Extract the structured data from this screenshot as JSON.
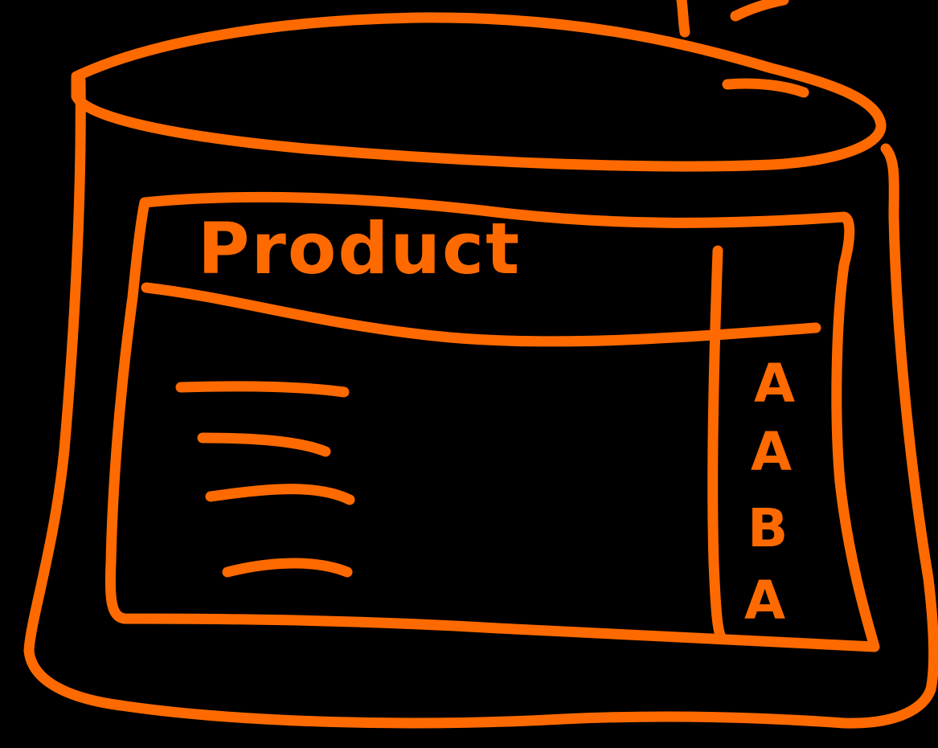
{
  "colors": {
    "background": "#000000",
    "ink": "#FF6A00"
  },
  "sketch": {
    "header_label": "Product",
    "list_item_count": 4,
    "side_letters": [
      "A",
      "A",
      "B",
      "A"
    ]
  }
}
